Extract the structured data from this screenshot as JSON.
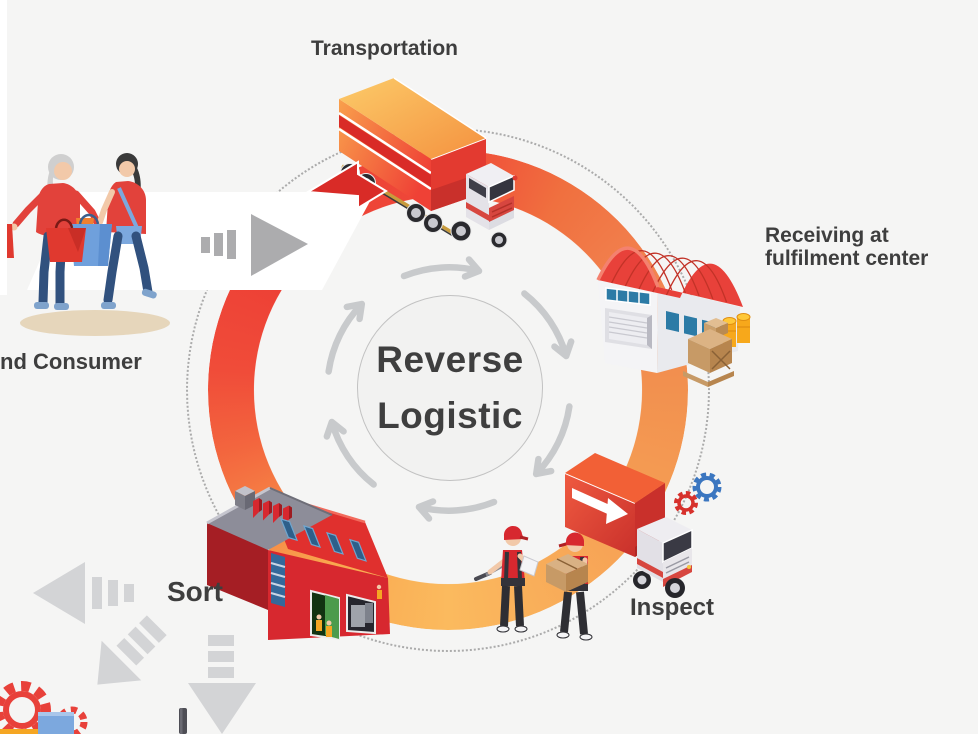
{
  "center_circle": {
    "line1": "Reverse",
    "line2": "Logistic"
  },
  "labels": {
    "transportation": "Transportation",
    "receiving_line1": "Receiving at",
    "receiving_line2": "fulfilment center",
    "inspect": "Inspect",
    "sort": "Sort",
    "consumer": "nd Consumer"
  },
  "colors": {
    "background": "#f5f5f4",
    "ring_red": "#ee4537",
    "ring_orange": "#f28d4f",
    "ring_yellow": "#fbb95d",
    "cycle_arrow_gray": "#c8cacc",
    "flow_arrow_gray": "#d3d4d6",
    "band_arrow_gray": "#acacae",
    "label_text": "#3e3e3e",
    "illustration_red": "#d7282f",
    "illustration_blue": "#3b76c0",
    "illustration_yellow": "#f5a623"
  },
  "illustrations": {
    "consumers": "two-shoppers-illustration",
    "transportation": "semi-truck-illustration",
    "receiving": "warehouse-illustration",
    "inspect": "delivery-truck-and-workers-illustration",
    "sort": "factory-illustration"
  }
}
